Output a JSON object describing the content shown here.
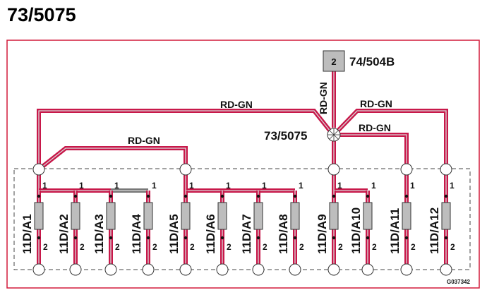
{
  "title": "73/5075",
  "wire_label": "RD-GN",
  "connector": {
    "pin": "2",
    "id": "74/504B"
  },
  "splice_id": "73/5075",
  "pin_top": "1",
  "pin_bottom": "2",
  "modules": [
    "11D/A1",
    "11D/A2",
    "11D/A3",
    "11D/A4",
    "11D/A5",
    "11D/A6",
    "11D/A7",
    "11D/A8",
    "11D/A9",
    "11D/A10",
    "11D/A11",
    "11D/A12"
  ],
  "figure_code": "G037342",
  "colors": {
    "frame": "#d21a3a",
    "wire": "#c8184a",
    "wire_core": "#d9d9d9",
    "grey_wire": "#777777",
    "component": "#bdbdbd",
    "connector": "#bdbdbd"
  }
}
